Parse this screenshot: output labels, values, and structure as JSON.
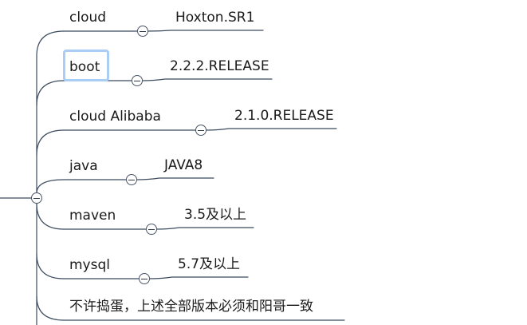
{
  "branches": [
    {
      "topic": "cloud",
      "value": "Hoxton.SR1"
    },
    {
      "topic": "boot",
      "value": "2.2.2.RELEASE"
    },
    {
      "topic": "cloud Alibaba",
      "value": "2.1.0.RELEASE"
    },
    {
      "topic": "java",
      "value": "JAVA8"
    },
    {
      "topic": "maven",
      "value": "3.5及以上"
    },
    {
      "topic": "mysql",
      "value": "5.7及以上"
    },
    {
      "topic": "不许捣蛋，上述全部版本必须和阳哥一致"
    }
  ],
  "selected_branch": "boot",
  "colors": {
    "line": "#3b4a5e",
    "selection": "#a9cdf3"
  },
  "icons": {
    "collapse": "minus-circle-icon"
  }
}
